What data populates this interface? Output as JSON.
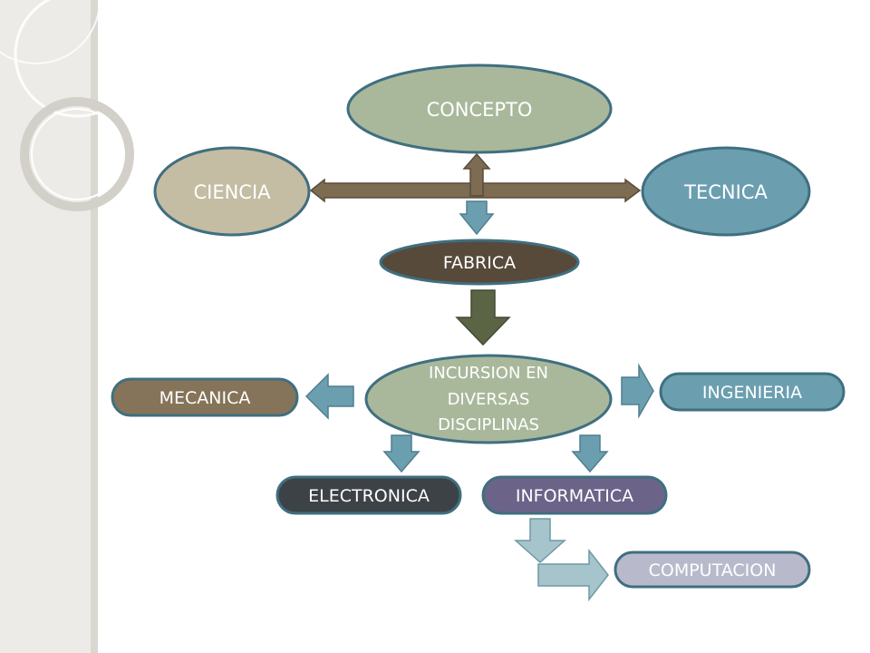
{
  "nodes": {
    "concepto": "CONCEPTO",
    "ciencia": "CIENCIA",
    "tecnica": "TECNICA",
    "fabrica": "FABRICA",
    "incursion_line1": "INCURSION EN",
    "incursion_line2": "DIVERSAS",
    "incursion_line3": "DISCIPLINAS",
    "mecanica": "MECANICA",
    "ingenieria": "INGENIERIA",
    "electronica": "ELECTRONICA",
    "informatica": "INFORMATICA",
    "computacion": "COMPUTACION"
  },
  "colors": {
    "concepto": "#a9b89b",
    "ciencia": "#c4bca3",
    "tecnica": "#6b9fb0",
    "fabrica": "#574a3a",
    "incursion": "#a9b89b",
    "mecanica": "#857459",
    "ingenieria": "#6b9fb0",
    "electronica": "#3d4247",
    "informatica": "#6b6388",
    "computacion": "#b8bacc",
    "outline": "#3f6f80",
    "arrow_brown": "#7d6b52",
    "arrow_blue": "#6b9fb0",
    "arrow_olive": "#5b6545",
    "arrow_light": "#a6c4cc"
  }
}
